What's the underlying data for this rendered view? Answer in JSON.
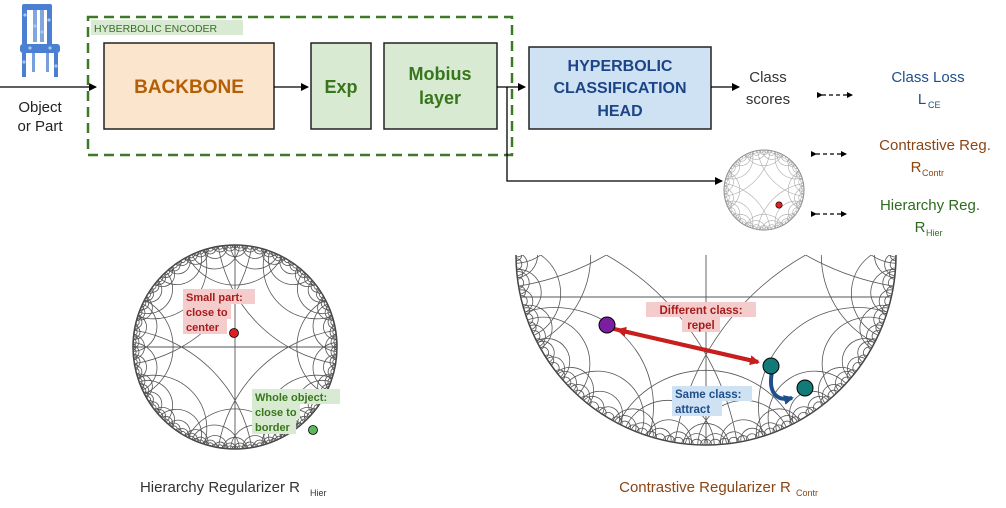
{
  "input": {
    "line1": "Object",
    "line2": "or Part"
  },
  "encoder": {
    "title": "HYBERBOLIC ENCODER",
    "backbone": "BACKBONE",
    "exp": "Exp",
    "mobius_line1": "Mobius",
    "mobius_line2": "layer"
  },
  "head": {
    "line1": "HYPERBOLIC",
    "line2": "CLASSIFICATION",
    "line3": "HEAD"
  },
  "outputs": {
    "scores_line1": "Class",
    "scores_line2": "scores",
    "class_loss_line1": "Class Loss",
    "class_loss_symbol": "L",
    "class_loss_sub": "CE",
    "contr_line1": "Contrastive Reg.",
    "contr_symbol": "R",
    "contr_sub": "Contr",
    "hier_line1": "Hierarchy Reg.",
    "hier_symbol": "R",
    "hier_sub": "Hier"
  },
  "hierarchy_panel": {
    "small_line1": "Small part:",
    "small_line2": "close to",
    "small_line3": "center",
    "whole_line1": "Whole object:",
    "whole_line2": "close to",
    "whole_line3": "border",
    "caption": "Hierarchy Regularizer R",
    "caption_sub": "Hier"
  },
  "contrastive_panel": {
    "diff_line1": "Different class:",
    "diff_line2": "repel",
    "same_line1": "Same class:",
    "same_line2": "attract",
    "caption": "Contrastive Regularizer R",
    "caption_sub": "Contr"
  },
  "colors": {
    "encoder_border": "#3d7a28",
    "encoder_title_bg": "#d9ead3",
    "backbone_fill": "#fce5cd",
    "backbone_text": "#b45f06",
    "green_fill": "#d9ead3",
    "green_text": "#38761d",
    "head_fill": "#cfe2f3",
    "head_text": "#1c4587",
    "red_point": "#e02020",
    "green_point": "#5cb85c",
    "purple_point": "#7b1fa2",
    "teal_point": "#127a78",
    "brown_text": "#8b4513",
    "blue_text": "#1f4e8c",
    "red_label_bg": "#f4cccc",
    "red_label_text": "#a61c1c",
    "green_label_bg": "#d9ead3",
    "blue_label_bg": "#cfe2f3"
  },
  "icons": {
    "input_object": "chair-pointcloud-icon"
  }
}
